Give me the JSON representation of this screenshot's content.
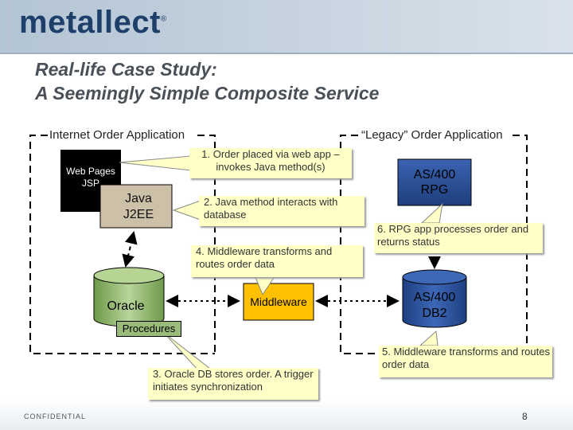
{
  "header": {
    "logo": "metallect",
    "logo_mark": "®"
  },
  "title": {
    "line1": "Real-life Case Study:",
    "line2": "A Seemingly Simple Composite Service"
  },
  "sections": {
    "internet": "Internet Order Application",
    "legacy": "“Legacy” Order Application"
  },
  "nodes": {
    "web_pages": "Web Pages",
    "jsp": "JSP",
    "java": "Java",
    "j2ee": "J2EE",
    "oracle": "Oracle",
    "procedures": "Procedures",
    "middleware": "Middleware",
    "as400_rpg_1": "AS/400",
    "as400_rpg_2": "RPG",
    "as400_db2_1": "AS/400",
    "as400_db2_2": "DB2"
  },
  "callouts": {
    "c1": "1. Order placed via web app – invokes Java method(s)",
    "c2": "2. Java method interacts with database",
    "c3": "3. Oracle DB stores order.  A trigger initiates synchronization",
    "c4": "4. Middleware transforms and routes order data",
    "c5": "5. Middleware transforms and routes order data",
    "c6": "6. RPG app processes order and returns status"
  },
  "footer": {
    "confidential": "CONFIDENTIAL",
    "page": "8"
  },
  "colors": {
    "logo": "#1f3f6b",
    "java": "#ccc0a8",
    "oracle": "#9bbb7a",
    "middleware": "#ffc000",
    "as400": "#244a8f",
    "callout": "#ffffc8"
  }
}
